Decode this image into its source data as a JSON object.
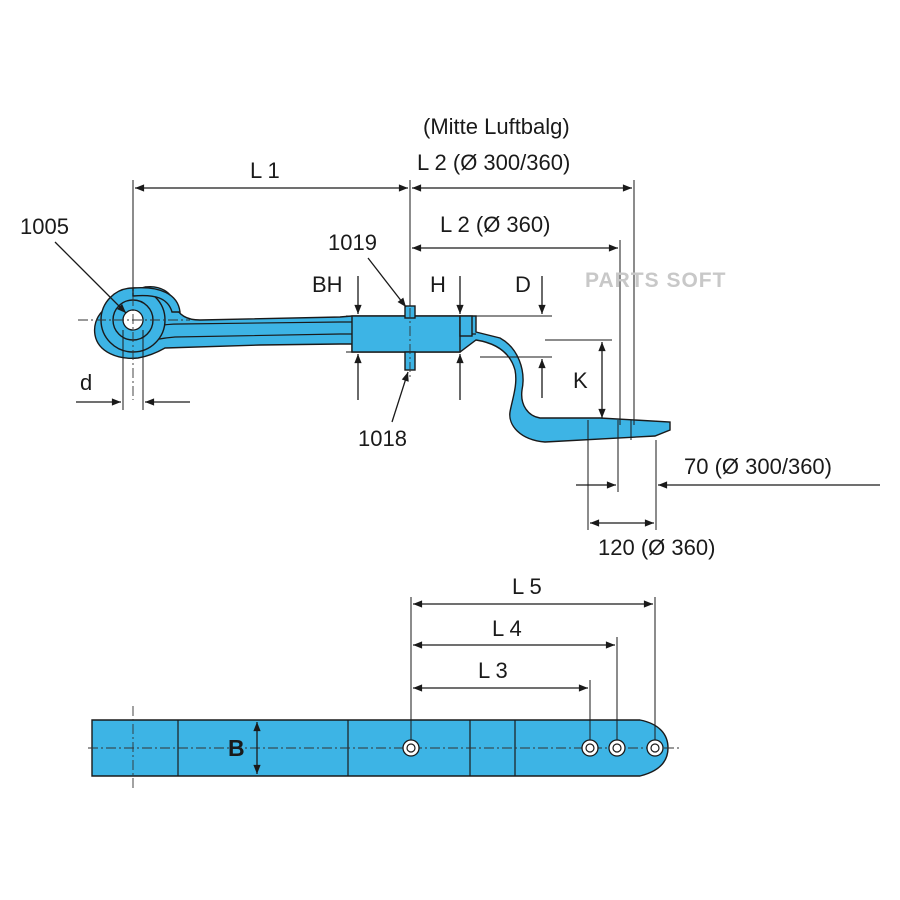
{
  "labels": {
    "mitte_luftbalg": "(Mitte Luftbalg)",
    "l1": "L 1",
    "l2_300_360": "L 2 (Ø 300/360)",
    "l2_360": "L 2 (Ø 360)",
    "part_1005": "1005",
    "part_1019": "1019",
    "part_1018": "1018",
    "bh": "BH",
    "h": "H",
    "d_upper": "D",
    "d_lower": "d",
    "k": "K",
    "dim_70": "70 (Ø 300/360)",
    "dim_120": "120 (Ø 360)",
    "l5": "L 5",
    "l4": "L 4",
    "l3": "L 3",
    "b": "B"
  },
  "watermark": "PARTS SOFT",
  "colors": {
    "part_fill": "#3db4e5",
    "line": "#1a1a1a",
    "watermark": "#c8c8c8"
  }
}
